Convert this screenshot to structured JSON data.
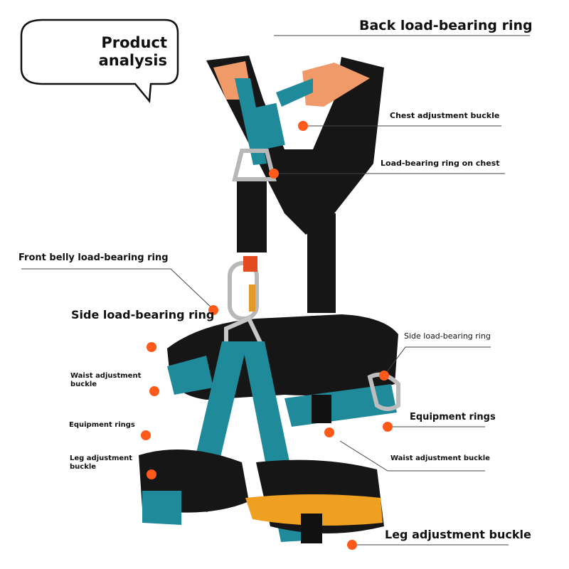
{
  "bubble": {
    "line1": "Product",
    "line2": "analysis"
  },
  "labels": {
    "back_ring": "Back load-bearing ring",
    "chest_buckle": "Chest adjustment buckle",
    "chest_ring": "Load-bearing ring on chest",
    "front_belly_ring": "Front belly load-bearing ring",
    "side_ring_left": "Side load-bearing ring",
    "side_ring_right": "Side load-bearing ring",
    "waist_buckle_left_1": "Waist adjustment",
    "waist_buckle_left_2": "buckle",
    "equipment_rings_left": "Equipment rings",
    "equipment_rings_right": "Equipment rings",
    "leg_buckle_left_1": "Leg adjustment",
    "leg_buckle_left_2": "buckle",
    "waist_buckle_right": "Waist adjustment buckle",
    "leg_buckle_right": "Leg adjustment buckle"
  },
  "colors": {
    "marker": "#ff5a1a",
    "teal_strap": "#1e8a9a",
    "black_padding": "#161616",
    "orange_padding": "#f09a6a",
    "yellow_leg": "#f0a020"
  }
}
